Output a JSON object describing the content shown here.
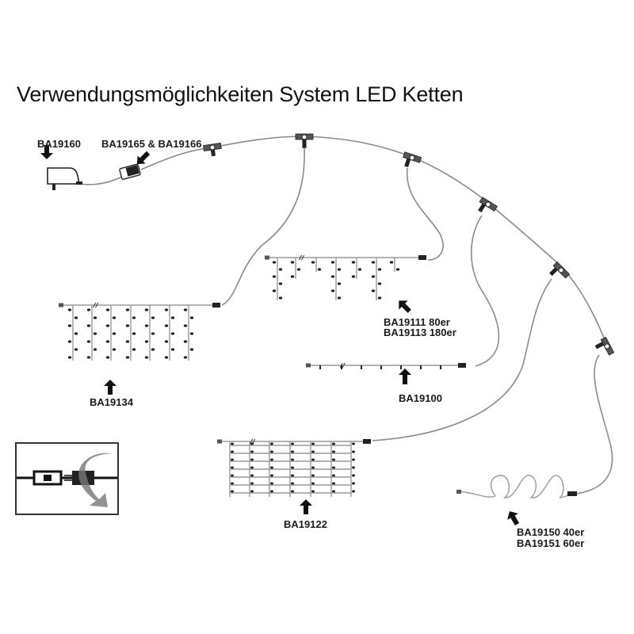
{
  "title": "Verwendungsmöglichkeiten System LED Ketten",
  "components": {
    "power_supply": {
      "label": "BA19160",
      "icon": "power-adapter-icon"
    },
    "controller": {
      "label": "BA19165 & BA19166",
      "icon": "controller-icon"
    },
    "curtain": {
      "label": "BA19134",
      "icon": "curtain-light-icon"
    },
    "icicle": {
      "label_line1": "BA19111 80er",
      "label_line2": "BA19113 180er",
      "icon": "icicle-light-icon"
    },
    "string": {
      "label": "BA19100",
      "icon": "string-light-icon"
    },
    "net": {
      "label": "BA19122",
      "icon": "net-light-icon"
    },
    "micro": {
      "label_line1": "BA19150  40er",
      "label_line2": "BA19151  60er",
      "icon": "micro-light-icon"
    }
  },
  "connectors": {
    "t_connector_icon": "t-connector-icon",
    "count": 6
  },
  "inset": {
    "icon": "plug-connection-icon"
  }
}
